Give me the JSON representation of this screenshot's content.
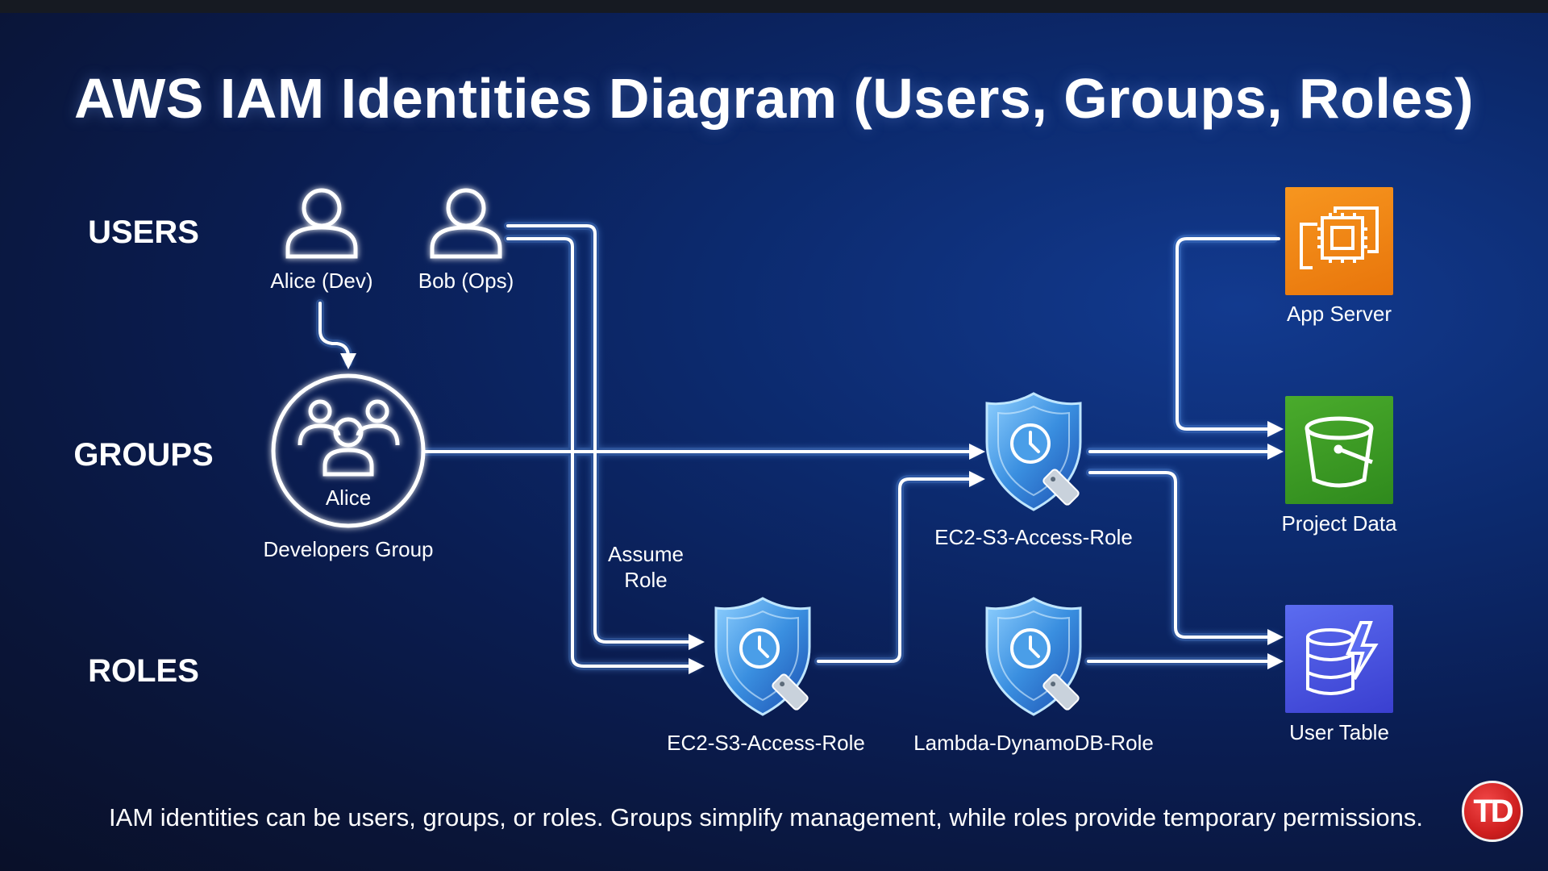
{
  "title": "AWS IAM Identities Diagram (Users, Groups, Roles)",
  "rows": {
    "users": "USERS",
    "groups": "GROUPS",
    "roles": "ROLES"
  },
  "users": [
    {
      "label": "Alice (Dev)",
      "icon": "user-icon"
    },
    {
      "label": "Bob (Ops)",
      "icon": "user-icon"
    }
  ],
  "group": {
    "member": "Alice",
    "label": "Developers Group",
    "icon": "group-icon"
  },
  "assume_role": [
    "Assume",
    "Role"
  ],
  "roles": {
    "group_role": "EC2-S3-Access-Role",
    "bob_role": "EC2-S3-Access-Role",
    "lambda_role": "Lambda-DynamoDB-Role",
    "icon": "shield-clock-icon"
  },
  "services": {
    "app_server": {
      "label": "App Server",
      "icon": "ec2-chip-icon",
      "color": "#f7961f"
    },
    "project_data": {
      "label": "Project Data",
      "icon": "s3-bucket-icon",
      "color": "#4aab2c"
    },
    "user_table": {
      "label": "User Table",
      "icon": "dynamodb-icon",
      "color": "#5b6cf0"
    }
  },
  "caption": "IAM identities can be users, groups, or roles. Groups simplify management, while roles provide temporary permissions.",
  "logo": "TD",
  "colors": {
    "background": "#0a1d52",
    "connector": "#ffffff",
    "glow": "#6aa8ff"
  }
}
